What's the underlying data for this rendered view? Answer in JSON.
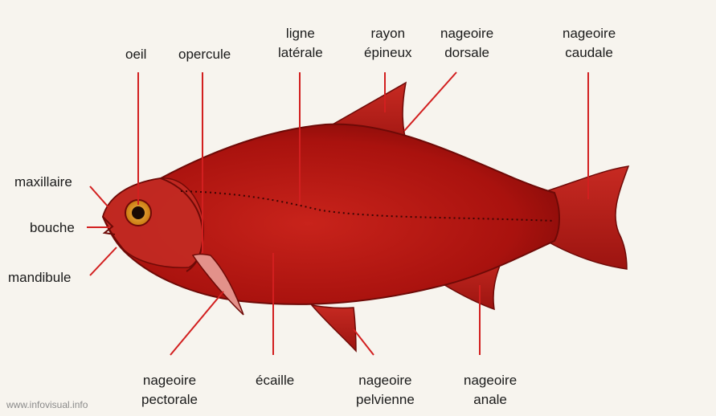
{
  "diagram": {
    "accent_color": "#d21f1f",
    "body_color": "#b0130f",
    "labels": {
      "oeil": [
        "oeil"
      ],
      "opercule": [
        "opercule"
      ],
      "ligne_laterale": [
        "ligne",
        "latérale"
      ],
      "rayon_epineux": [
        "rayon",
        "épineux"
      ],
      "nageoire_dorsale": [
        "nageoire",
        "dorsale"
      ],
      "nageoire_caudale": [
        "nageoire",
        "caudale"
      ],
      "maxillaire": [
        "maxillaire"
      ],
      "bouche": [
        "bouche"
      ],
      "mandibule": [
        "mandibule"
      ],
      "nageoire_pectorale": [
        "nageoire",
        "pectorale"
      ],
      "ecaille": [
        "écaille"
      ],
      "nageoire_pelvienne": [
        "nageoire",
        "pelvienne"
      ],
      "nageoire_anale": [
        "nageoire",
        "anale"
      ]
    },
    "watermark": "www.infovisual.info"
  }
}
